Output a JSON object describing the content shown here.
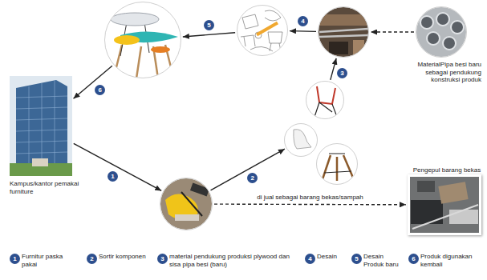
{
  "diagram": {
    "nodes": [
      {
        "text": []
      },
      {
        "text": []
      },
      {
        "text": []
      },
      {
        "text": [
          "MaterialPipa besi baru sebagai pendukung konstruksi produk"
        ]
      },
      {
        "text": [
          "Kampus/kantor pemakai furniture"
        ]
      },
      {
        "text": []
      },
      {
        "text": []
      },
      {
        "text": []
      },
      {
        "text": []
      },
      {
        "text": [
          "Pengepul barang bekas"
        ]
      }
    ],
    "edges": [
      {
        "from": 8,
        "to": 6,
        "arrow": "to",
        "label": "2"
      },
      {
        "from": 5,
        "to": 2,
        "arrow": "to",
        "label": "3"
      },
      {
        "from": 3,
        "to": 2,
        "arrow": "to"
      },
      {
        "from": 2,
        "to": 1,
        "arrow": "to",
        "label": "4"
      },
      {
        "from": 1,
        "to": 0,
        "arrow": "to",
        "label": "5"
      },
      {
        "from": 0,
        "to": 4,
        "arrow": "to",
        "label": "6"
      },
      {
        "from": 4,
        "to": 8,
        "arrow": "to",
        "label": "1"
      },
      {
        "from": 8,
        "to": 9,
        "arrow": "to",
        "label": "di jual sebagai barang bekas/sampah"
      }
    ],
    "labels": [
      "1",
      "Furnitur paska pakai",
      "2",
      "Sortir komponen",
      "3",
      "material pendukung produksi plywood dan sisa pipa besi (baru)",
      "4",
      "Desain",
      "5",
      "Desain Produk baru",
      "6",
      "Produk digunakan kembali"
    ]
  }
}
